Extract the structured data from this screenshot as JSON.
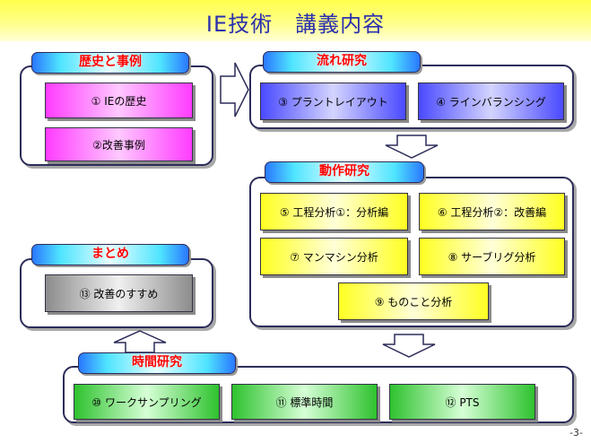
{
  "header": {
    "title": "IE技術　講義内容"
  },
  "sections": {
    "history": {
      "label": "歴史と事例",
      "items": [
        "① IEの歴史",
        "②改善事例"
      ]
    },
    "flow": {
      "label": "流れ研究",
      "items": [
        "③ プラントレイアウト",
        "④ ラインバランシング"
      ]
    },
    "motion": {
      "label": "動作研究",
      "items": [
        "⑤ 工程分析①：分析編",
        "⑥ 工程分析②：改善編",
        "⑦ マンマシン分析",
        "⑧ サーブリグ分析",
        "⑨ ものこと分析"
      ]
    },
    "summary": {
      "label": "まとめ",
      "items": [
        "⑬ 改善のすすめ"
      ]
    },
    "time": {
      "label": "時間研究",
      "items": [
        "⑩ ワークサンプリング",
        "⑪ 標準時間",
        "⑫ PTS"
      ]
    }
  },
  "footer": {
    "page_number": "-3-"
  }
}
